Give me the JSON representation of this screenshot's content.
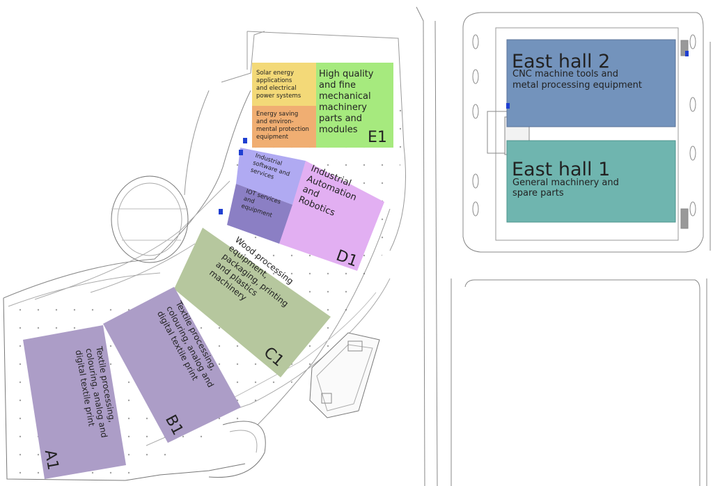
{
  "colors": {
    "east_hall_2": "#7393bc",
    "east_hall_1": "#6fb5af",
    "e1_main": "#a6ea7e",
    "e1_solar": "#f3d978",
    "e1_energy": "#f0ae72",
    "d1_main": "#e2aff2",
    "d1_software": "#b0aaf2",
    "d1_iot": "#8b7fc4",
    "c1": "#b6c79e",
    "b1": "#ac9dc7",
    "a1": "#ac9dc7",
    "outline": "#6d6d6d"
  },
  "halls": {
    "east_hall_2": {
      "title": "East hall 2",
      "subtitle_1": "CNC machine tools and",
      "subtitle_2": "metal processing equipment"
    },
    "east_hall_1": {
      "title": "East hall 1",
      "subtitle_1": "General machinery and",
      "subtitle_2": "spare parts"
    },
    "e1": {
      "code": "E1",
      "main_1": "High quality",
      "main_2": "and fine",
      "main_3": "mechanical",
      "main_4": "machinery",
      "main_5": "parts and",
      "main_6": "modules",
      "solar_1": "Solar energy",
      "solar_2": "applications",
      "solar_3": "and electrical",
      "solar_4": "power systems",
      "energy_1": "Energy saving",
      "energy_2": "and environ-",
      "energy_3": "mental protection",
      "energy_4": "equipment"
    },
    "d1": {
      "code": "D1",
      "main_1": "Industrial",
      "main_2": "Automation",
      "main_3": "and",
      "main_4": "Robotics",
      "software_1": "Industrial",
      "software_2": "software and",
      "software_3": "services",
      "iot_1": "IOT services",
      "iot_2": "and",
      "iot_3": "equipment"
    },
    "c1": {
      "code": "C1",
      "line_1": "Wood processing",
      "line_2": "equipment,",
      "line_3": "packaging, printing",
      "line_4": "and plastics",
      "line_5": "machinery"
    },
    "b1": {
      "code": "B1",
      "line_1": "Textile processing,",
      "line_2": "colouring, analog and",
      "line_3": "digital textile print"
    },
    "a1": {
      "code": "A1",
      "line_1": "Textile processing,",
      "line_2": "colouring, analog and",
      "line_3": "digital textile print"
    }
  }
}
